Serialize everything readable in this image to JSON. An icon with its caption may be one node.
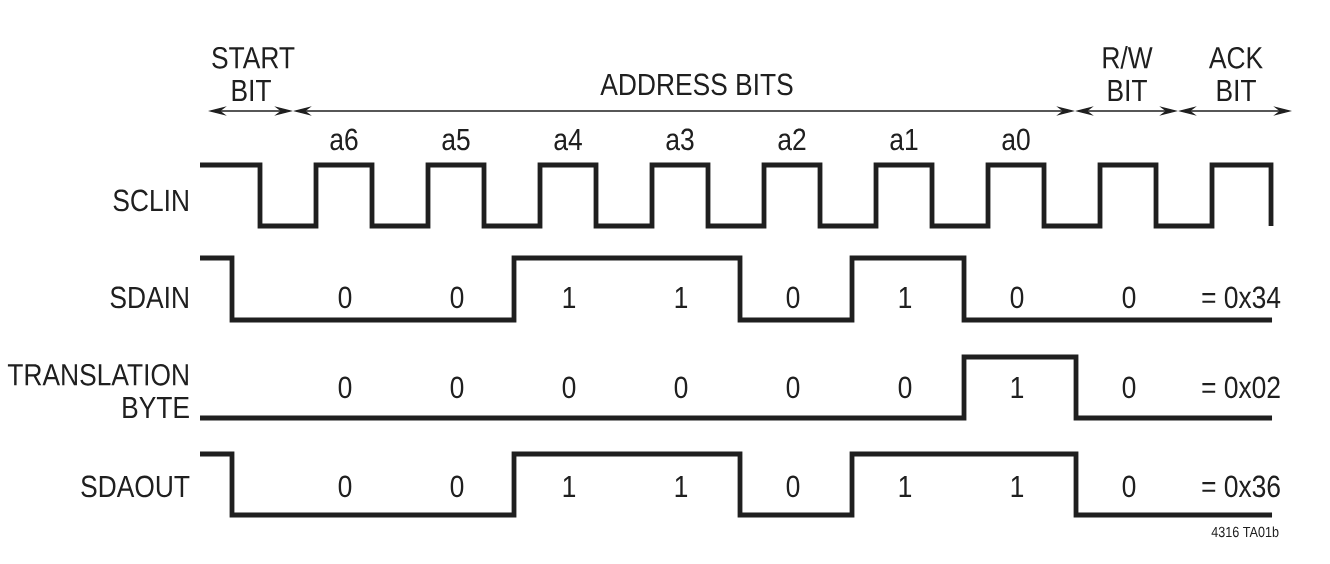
{
  "diagram": {
    "labels": [
      "START BIT",
      "ADDRESS BITS",
      "R/W BIT",
      "ACK BIT",
      "a6",
      "a5",
      "a4",
      "a3",
      "a2",
      "a1",
      "a0",
      "SCLIN",
      "SDAIN",
      "0",
      "0",
      "1",
      "1",
      "0",
      "1",
      "0",
      "0",
      "= 0x34",
      "TRANSLATION BYTE",
      "0",
      "0",
      "0",
      "0",
      "0",
      "0",
      "1",
      "0",
      "= 0x02",
      "SDAOUT",
      "0",
      "0",
      "1",
      "1",
      "0",
      "1",
      "1",
      "0",
      "= 0x36",
      "4316 TA01b"
    ]
  }
}
